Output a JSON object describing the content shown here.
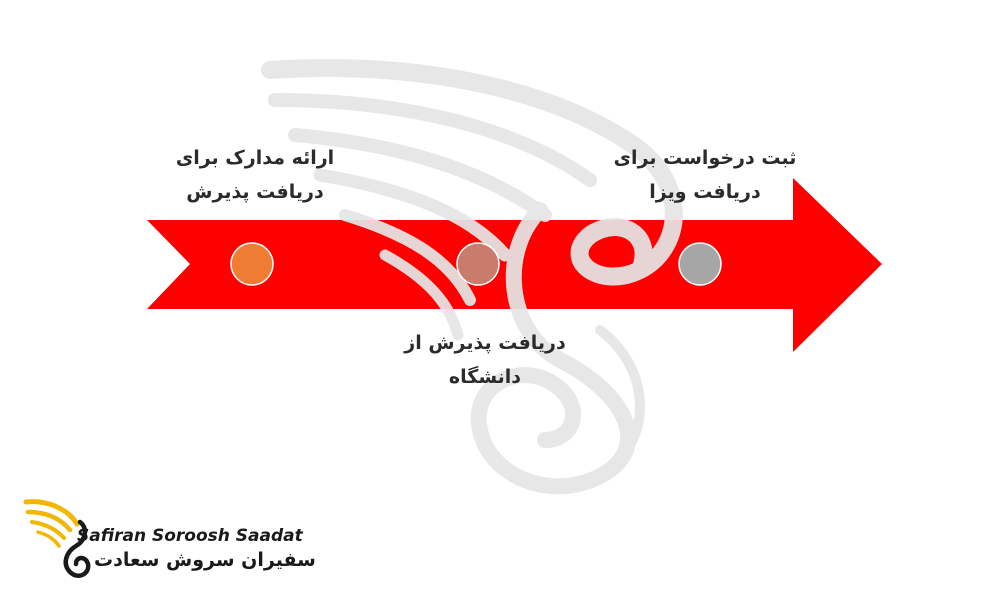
{
  "colors": {
    "arrow": "#ff0000",
    "watermark": "#e6e6e6",
    "step_1_dot": "#ee7d33",
    "step_2_dot": "#c97c6c",
    "step_3_dot": "#a6a6a6",
    "dot_stroke": "#ffffff",
    "logo_gold": "#f2b705",
    "logo_dark": "#1a1a1a"
  },
  "steps": [
    {
      "line_1": "ارائه مدارک برای",
      "line_2": "دریافت پذیرش",
      "dot_color": "#ee7d33"
    },
    {
      "line_1": "دریافت پذیرش از",
      "line_2": "دانشگاه",
      "dot_color": "#c97c6c"
    },
    {
      "line_1": "ثبت درخواست برای",
      "line_2": "دریافت ویزا",
      "dot_color": "#a6a6a6"
    }
  ],
  "icons": {
    "watermark": "swan-wing-watermark-icon",
    "logo": "golden-wing-swan-logo-icon"
  },
  "logo": {
    "latin": "Safiran Soroosh Saadat",
    "persian": "سفیران سروش سعادت"
  }
}
